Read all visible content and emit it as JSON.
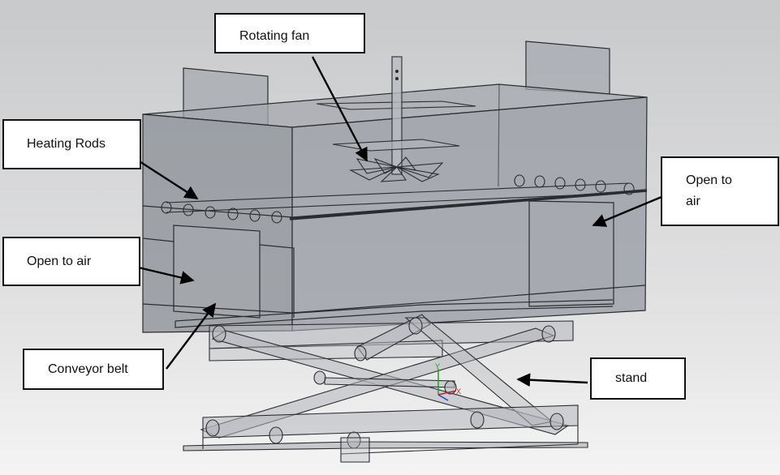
{
  "labels": {
    "rotating_fan": "Rotating fan",
    "heating_rods": "Heating Rods",
    "open_to_air_right": "Open to\nair",
    "open_to_air_left": "Open to air",
    "conveyor_belt": "Conveyor belt",
    "stand": "stand"
  },
  "colors": {
    "background_top": "#c8c9cb",
    "background_bottom": "#f4f4f4",
    "enclosure_fill": "#8f939a",
    "line": "#2a2c30",
    "triad_x": "#d02020",
    "triad_y": "#20a020",
    "triad_z": "#2040d0"
  }
}
